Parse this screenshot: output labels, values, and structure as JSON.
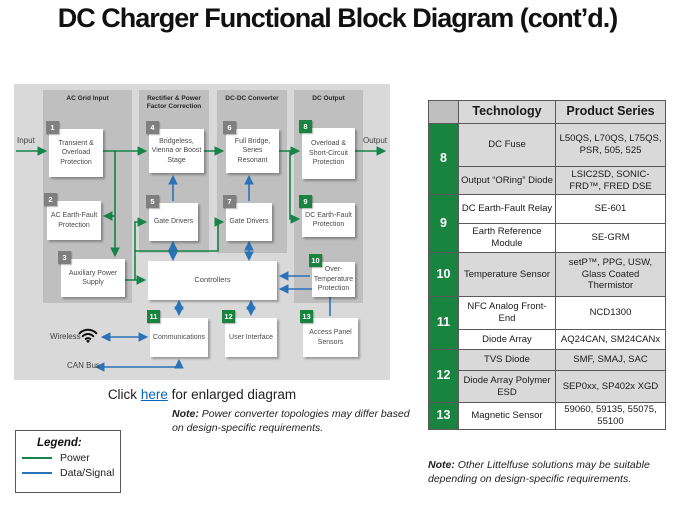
{
  "title": "DC Charger Functional Block Diagram (cont’d.)",
  "diagram": {
    "columns": [
      {
        "label": "AC Grid Input"
      },
      {
        "label": "Rectifier & Power Factor Correction"
      },
      {
        "label": "DC-DC Converter"
      },
      {
        "label": "DC Output"
      }
    ],
    "blocks": [
      {
        "num": "1",
        "label": "Transient & Overload Protection"
      },
      {
        "num": "2",
        "label": "AC Earth-Fault Protection"
      },
      {
        "num": "3",
        "label": "Auxiliary Power Supply"
      },
      {
        "num": "4",
        "label": "Bridgeless, Vienna or Boost Stage"
      },
      {
        "num": "5",
        "label": "Gate Drivers"
      },
      {
        "num": "6",
        "label": "Full Bridge, Series Resonant"
      },
      {
        "num": "7",
        "label": "Gate Drivers"
      },
      {
        "num": "8",
        "label": "Overload & Short-Circuit Protection"
      },
      {
        "num": "9",
        "label": "DC Earth-Fault Protection"
      },
      {
        "num": "10",
        "label": "Over-Temperature Protection"
      },
      {
        "num": "11",
        "label": "Communications"
      },
      {
        "num": "12",
        "label": "User Interface"
      },
      {
        "num": "13",
        "label": "Access Panel Sensors"
      }
    ],
    "controllers_label": "Controllers",
    "labels": {
      "input": "Input",
      "output": "Output",
      "wireless": "Wireless",
      "can_bus": "CAN Bus"
    }
  },
  "click_line": {
    "prefix": "Click ",
    "link": "here",
    "suffix": " for enlarged diagram"
  },
  "diagram_note": {
    "bold": "Note:",
    "text": " Power converter topologies may differ based on design-specific requirements."
  },
  "legend": {
    "title": "Legend:",
    "items": [
      {
        "label": "Power",
        "color": "#17834a"
      },
      {
        "label": "Data/Signal",
        "color": "#2b72b8"
      }
    ]
  },
  "table": {
    "headers": [
      "Technology",
      "Product Series"
    ],
    "groups": [
      {
        "num": "8",
        "rows": [
          {
            "technology": "DC Fuse",
            "products": "L50QS, L70QS, L75QS, PSR, 505, 525"
          },
          {
            "technology": "Output “ORing” Diode",
            "products": "LSIC2SD, SONIC-FRD™, FRED DSE"
          }
        ]
      },
      {
        "num": "9",
        "rows": [
          {
            "technology": "DC Earth-Fault Relay",
            "products": "SE-601"
          },
          {
            "technology": "Earth Reference Module",
            "products": "SE-GRM"
          }
        ]
      },
      {
        "num": "10",
        "rows": [
          {
            "technology": "Temperature Sensor",
            "products": "setP™, PPG, USW, Glass Coated Thermistor"
          }
        ]
      },
      {
        "num": "11",
        "rows": [
          {
            "technology": "NFC Analog Front-End",
            "products": "NCD1300"
          },
          {
            "technology": "Diode Array",
            "products": "AQ24CAN, SM24CANx"
          }
        ]
      },
      {
        "num": "12",
        "rows": [
          {
            "technology": "TVS Diode",
            "products": "SMF, SMAJ, SAC"
          },
          {
            "technology": "Diode Array Polymer ESD",
            "products": "SEP0xx, SP402x XGD"
          }
        ]
      },
      {
        "num": "13",
        "rows": [
          {
            "technology": "Magnetic Sensor",
            "products": "59060, 59135, 55075, 55100"
          }
        ]
      }
    ]
  },
  "table_note": {
    "bold": "Note:",
    "text": " Other Littelfuse solutions may be suitable depending on design-specific requirements."
  },
  "colors": {
    "accent_green": "#18843f",
    "power_line": "#17834a",
    "data_signal_line": "#2b72b8",
    "badge_gray": "#7f7f7f",
    "link_blue": "#0563c1"
  }
}
